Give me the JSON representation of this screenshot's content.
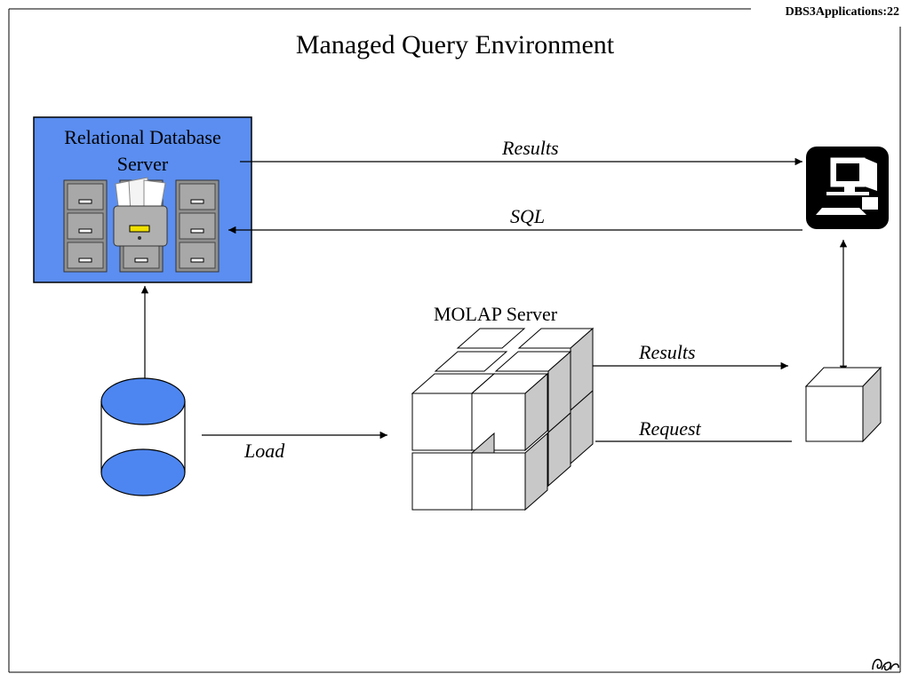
{
  "slide_id": "DBS3Applications:22",
  "title": "Managed Query Environment",
  "rdb_server": {
    "label_line1": "Relational Database",
    "label_line2": "Server"
  },
  "molap_server": {
    "label": "MOLAP Server"
  },
  "arrows": {
    "results_top": "Results",
    "sql": "SQL",
    "results_molap": "Results",
    "request": "Request",
    "load": "Load"
  },
  "colors": {
    "rdb_fill": "#5b8ef0",
    "db_fill": "#4d86f0",
    "cube_side": "#c8c8c8"
  },
  "icons": {
    "workstation": "computer-icon",
    "cabinet": "file-cabinet-icon",
    "database": "database-icon",
    "client": "cube-icon",
    "logo": "logo-icon"
  }
}
